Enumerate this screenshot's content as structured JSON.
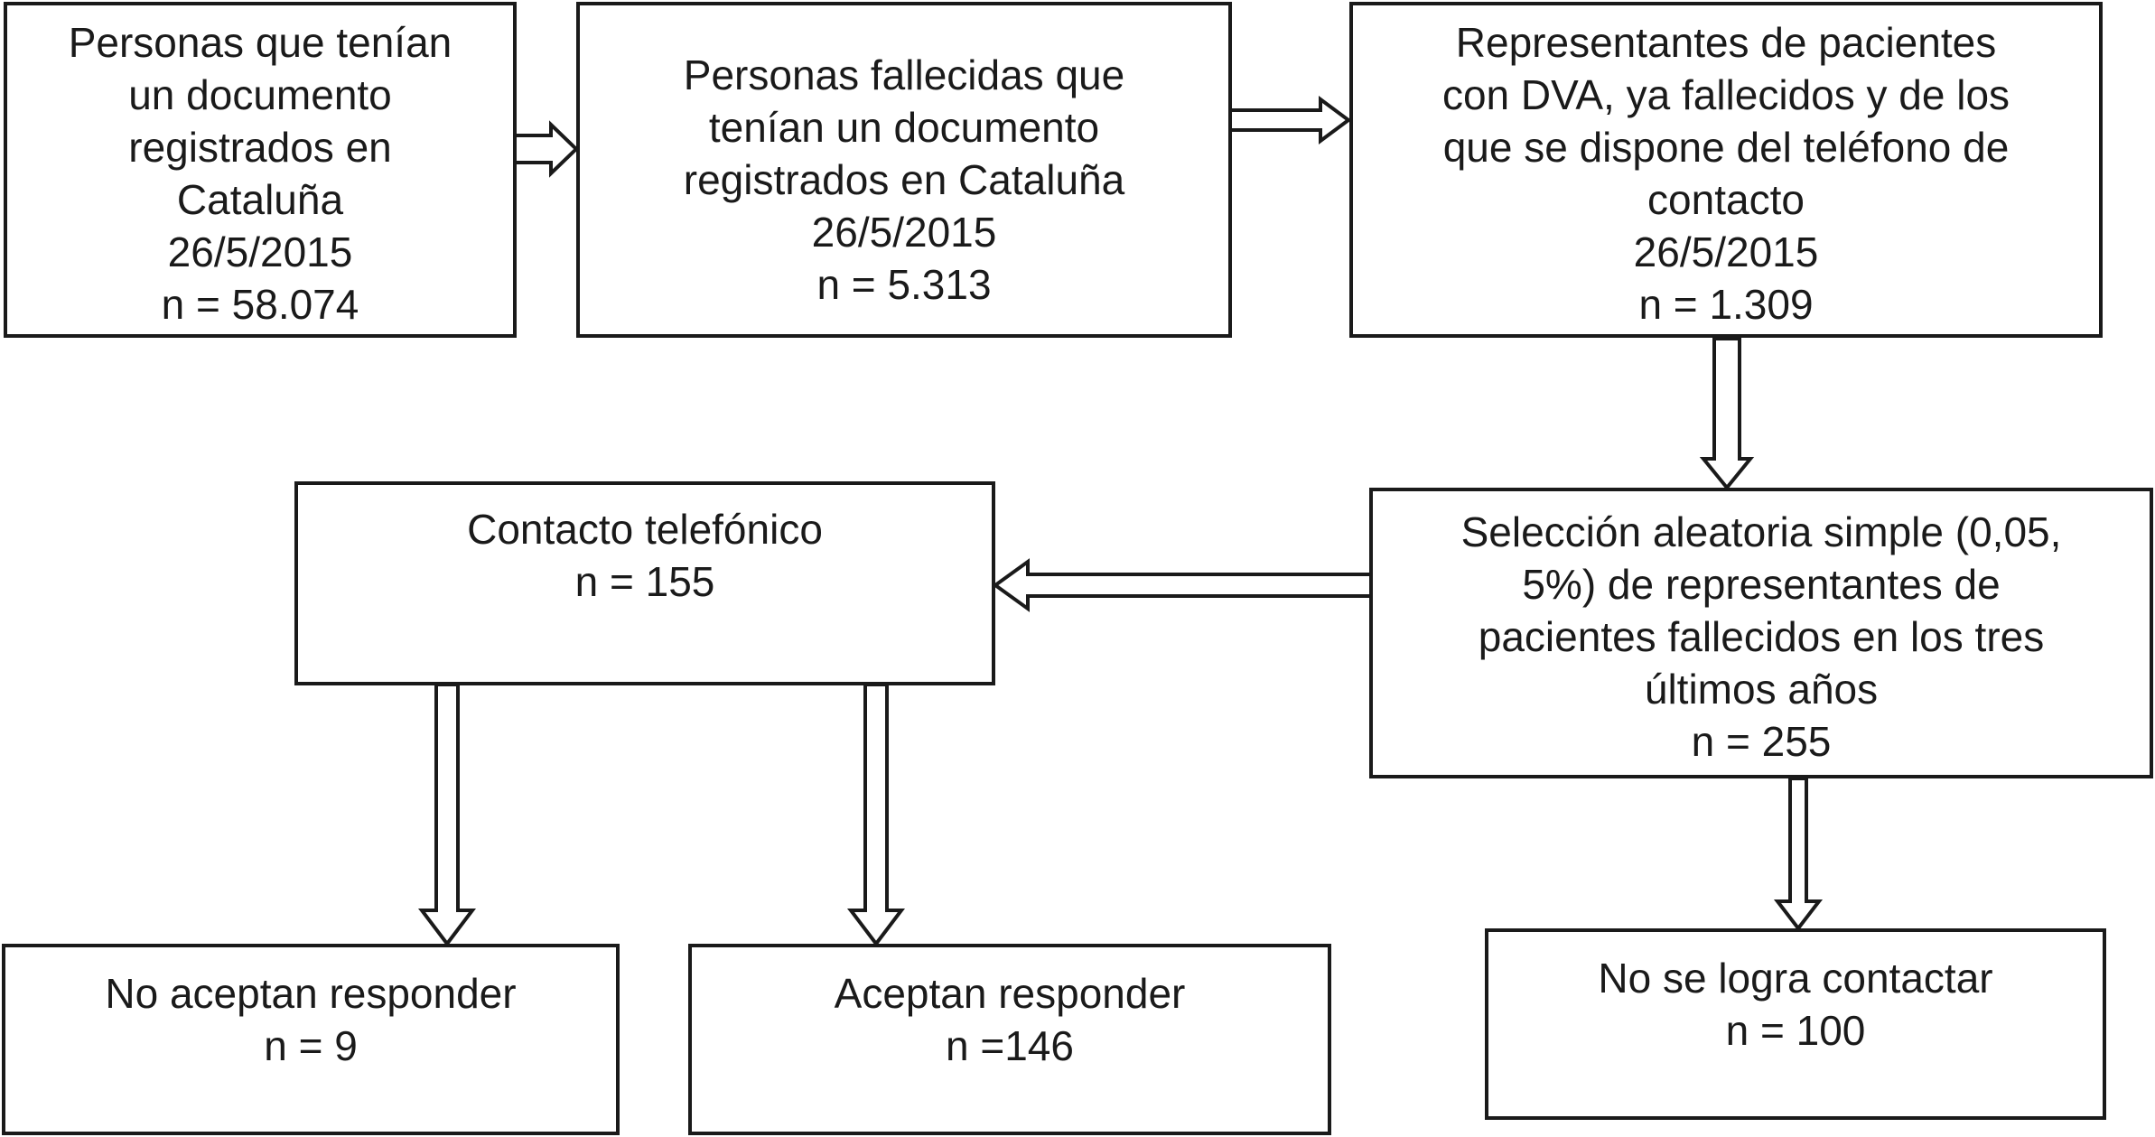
{
  "boxes": {
    "personas_registradas": {
      "lines": [
        "Personas que tenían",
        "un documento",
        "registrados en",
        "Cataluña",
        "26/5/2015",
        "n = 58.074"
      ]
    },
    "personas_fallecidas": {
      "lines": [
        "Personas fallecidas que",
        "tenían un documento",
        "registrados en Cataluña",
        "26/5/2015",
        "n = 5.313"
      ]
    },
    "representantes": {
      "lines": [
        "Representantes de pacientes",
        "con DVA, ya fallecidos y de los",
        "que se dispone del teléfono de",
        "contacto",
        "26/5/2015",
        "n = 1.309"
      ]
    },
    "seleccion_aleatoria": {
      "lines": [
        "Selección aleatoria simple (0,05,",
        "5%) de representantes de",
        "pacientes fallecidos en los tres",
        "últimos años",
        "n = 255"
      ]
    },
    "contacto_telefonico": {
      "lines": [
        "Contacto telefónico",
        "n = 155"
      ]
    },
    "no_aceptan": {
      "lines": [
        "No aceptan responder",
        "n = 9"
      ]
    },
    "aceptan": {
      "lines": [
        "Aceptan responder",
        "n =146"
      ]
    },
    "no_contactar": {
      "lines": [
        "No se logra contactar",
        "n = 100"
      ]
    }
  }
}
